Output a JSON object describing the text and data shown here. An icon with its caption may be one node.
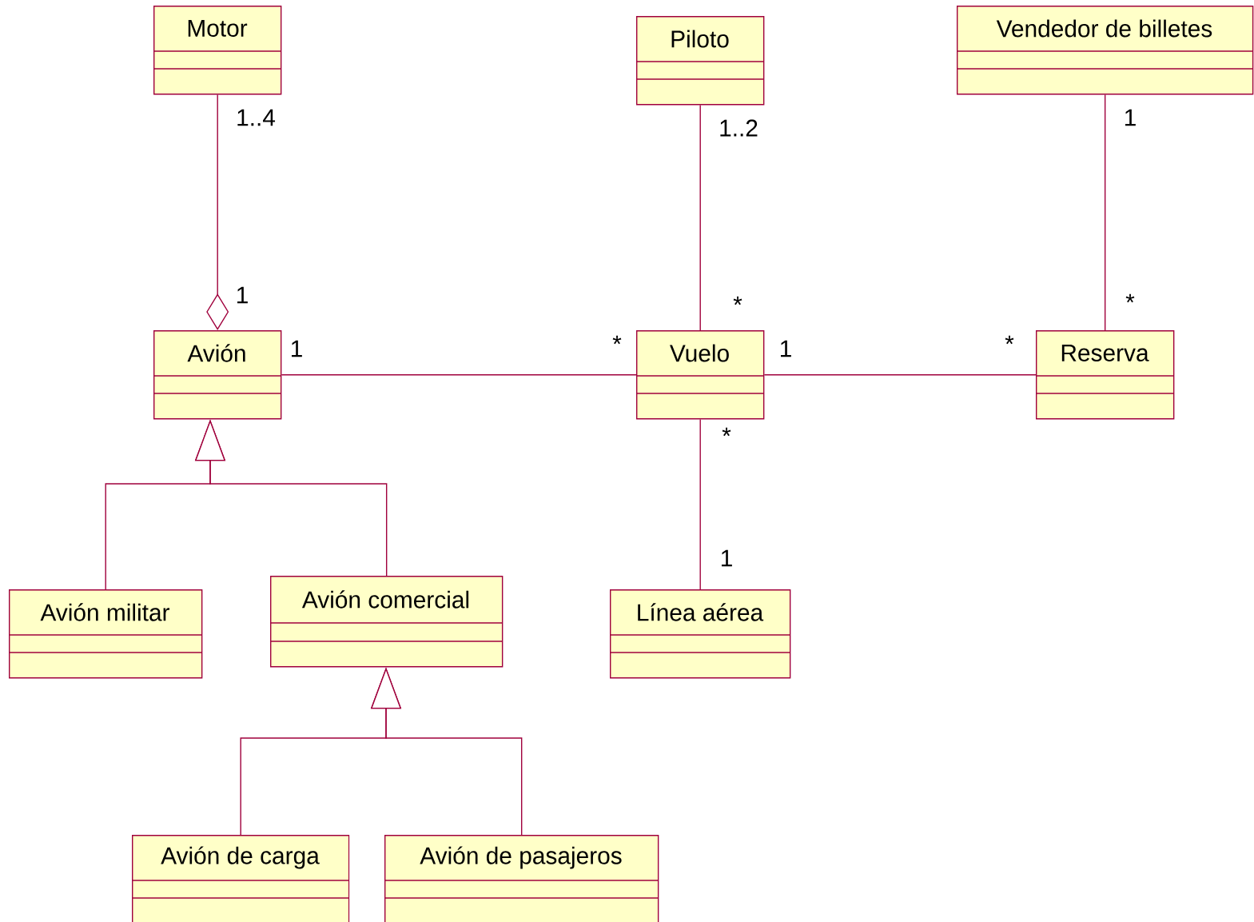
{
  "diagram": {
    "nodes": [
      {
        "text": [
          "Motor"
        ]
      },
      {
        "text": [
          "Piloto"
        ]
      },
      {
        "text": [
          "Vendedor de billetes"
        ]
      },
      {
        "text": [
          "Avión"
        ]
      },
      {
        "text": [
          "Vuelo"
        ]
      },
      {
        "text": [
          "Reserva"
        ]
      },
      {
        "text": [
          "Avión militar"
        ]
      },
      {
        "text": [
          "Avión comercial"
        ]
      },
      {
        "text": [
          "Línea aérea"
        ]
      },
      {
        "text": [
          "Avión de carga"
        ]
      },
      {
        "text": [
          "Avión de pasajeros"
        ]
      }
    ],
    "edges": [
      {
        "from": 0,
        "to": 3,
        "arrow": "other"
      },
      {
        "from": 3,
        "to": 4,
        "arrow": "none"
      },
      {
        "from": 1,
        "to": 4,
        "arrow": "none"
      },
      {
        "from": 4,
        "to": 5,
        "arrow": "none"
      },
      {
        "from": 2,
        "to": 5,
        "arrow": "none"
      },
      {
        "from": 4,
        "to": 8,
        "arrow": "none"
      },
      {
        "from": 6,
        "to": 3,
        "arrow": "to"
      },
      {
        "from": 7,
        "to": 3,
        "arrow": "to"
      },
      {
        "from": 9,
        "to": 7,
        "arrow": "to"
      },
      {
        "from": 10,
        "to": 7,
        "arrow": "to"
      }
    ],
    "labels": [
      "1..4",
      "1",
      "1..2",
      "1",
      "*",
      "*",
      "1",
      "*",
      "1",
      "*",
      "*",
      "1"
    ]
  }
}
